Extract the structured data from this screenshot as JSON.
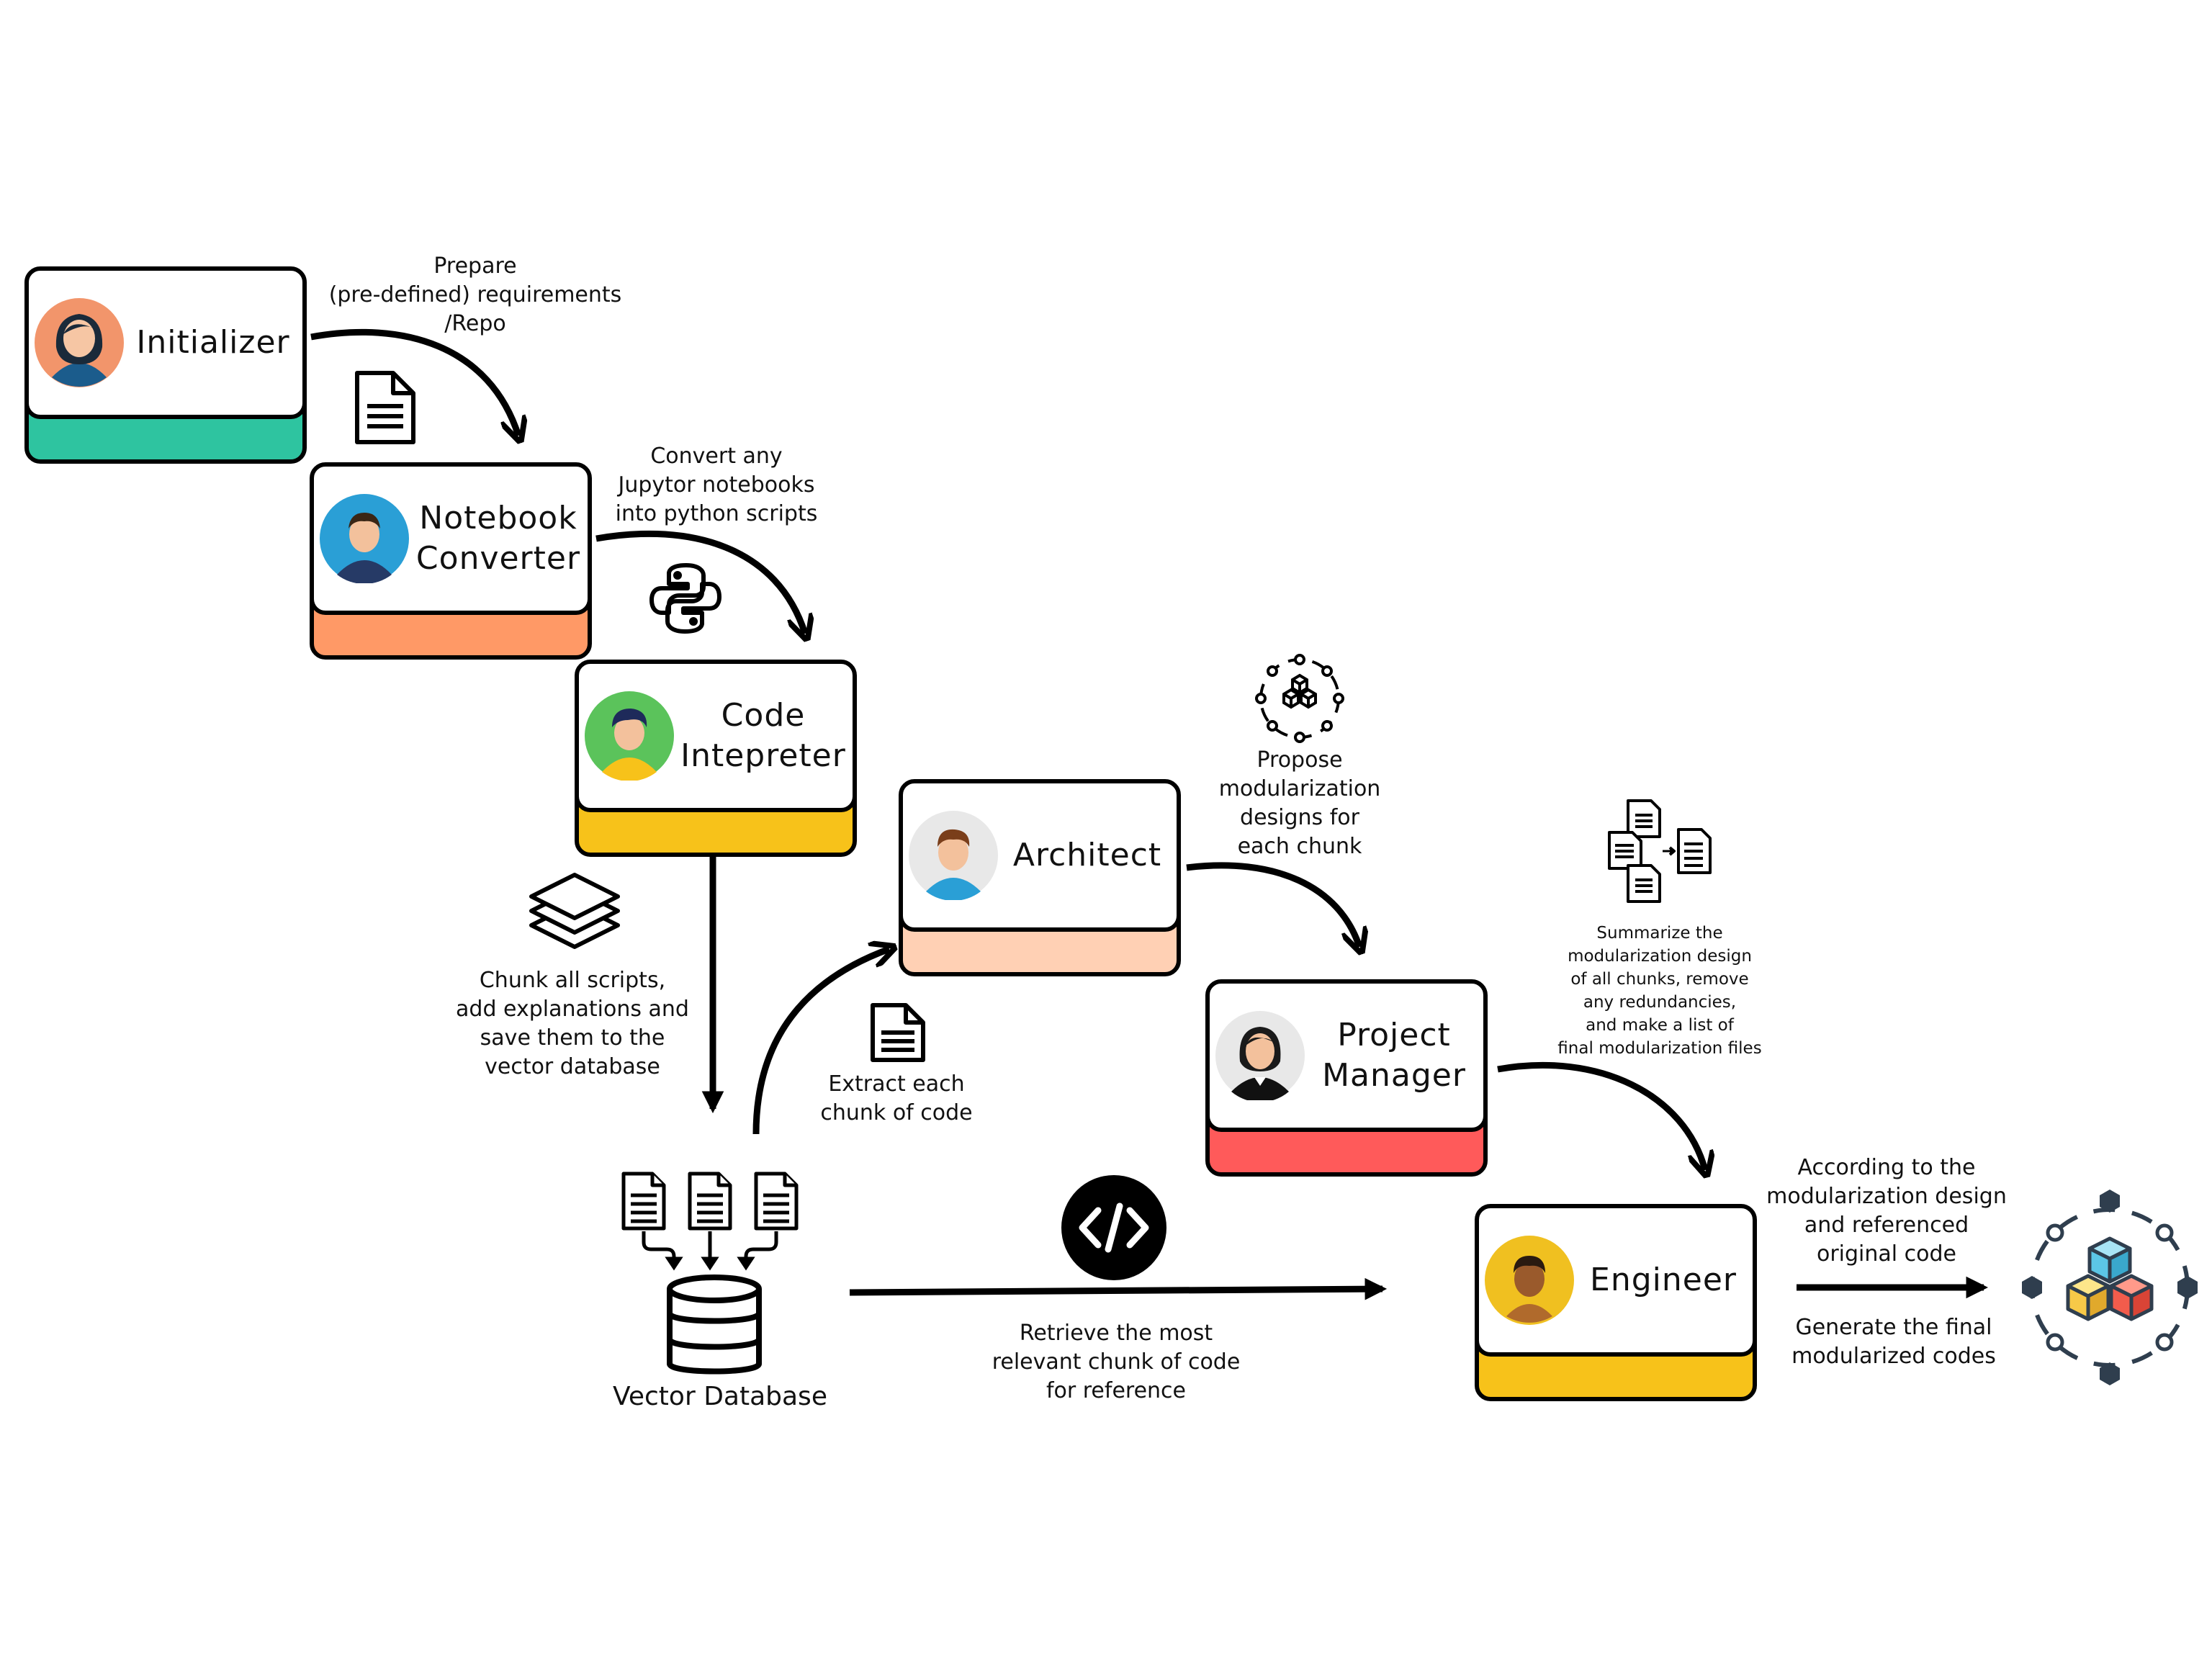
{
  "nodes": {
    "initializer": {
      "title": "Initializer",
      "accent": "#2ec4a0",
      "avatar_bg": "#f2956b"
    },
    "notebook_converter": {
      "title": "Notebook\nConverter",
      "accent": "#ff9966",
      "avatar_bg": "#2a9fd6"
    },
    "code_interpreter": {
      "title": "Code\nIntepreter",
      "accent": "#f7c21a",
      "avatar_bg": "#5bc35b"
    },
    "architect": {
      "title": "Architect",
      "accent": "#ffd0b4",
      "avatar_bg": "#e8e8e8"
    },
    "project_manager": {
      "title": "Project\nManager",
      "accent": "#ff5a5a",
      "avatar_bg": "#e8e8e8"
    },
    "engineer": {
      "title": "Engineer",
      "accent": "#f7c21a",
      "avatar_bg": "#f0c020"
    }
  },
  "labels": {
    "prepare": "Prepare\n(pre-defined) requirements\n/Repo",
    "convert": "Convert any\nJupytor notebooks\ninto python scripts",
    "chunk": "Chunk all scripts,\nadd explanations and\nsave them to the\nvector database",
    "extract": "Extract each\nchunk of code",
    "propose": "Propose\nmodularization\ndesigns for\neach chunk",
    "summarize": "Summarize the\nmodularization design\nof all chunks, remove\nany redundancies,\nand make a list of\nfinal modularization files",
    "retrieve": "Retrieve the most\nrelevant chunk of code\nfor reference",
    "according": "According to the\nmodularization design\nand referenced\noriginal code",
    "generate": "Generate the final\nmodularized codes",
    "vector_db": "Vector Database"
  },
  "icons": [
    "document-icon",
    "python-icon",
    "layers-icon",
    "modular-cubes-icon",
    "document-merge-icon",
    "code-icon",
    "database-icon",
    "final-modules-icon"
  ]
}
